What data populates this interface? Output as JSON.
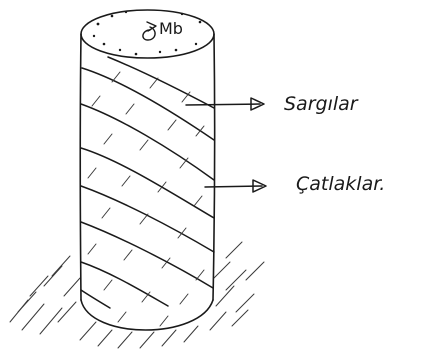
{
  "diagram": {
    "labels": {
      "top_moment": "Mb",
      "helix_label": "Sargılar",
      "crack_label": "Çatlaklar."
    }
  }
}
